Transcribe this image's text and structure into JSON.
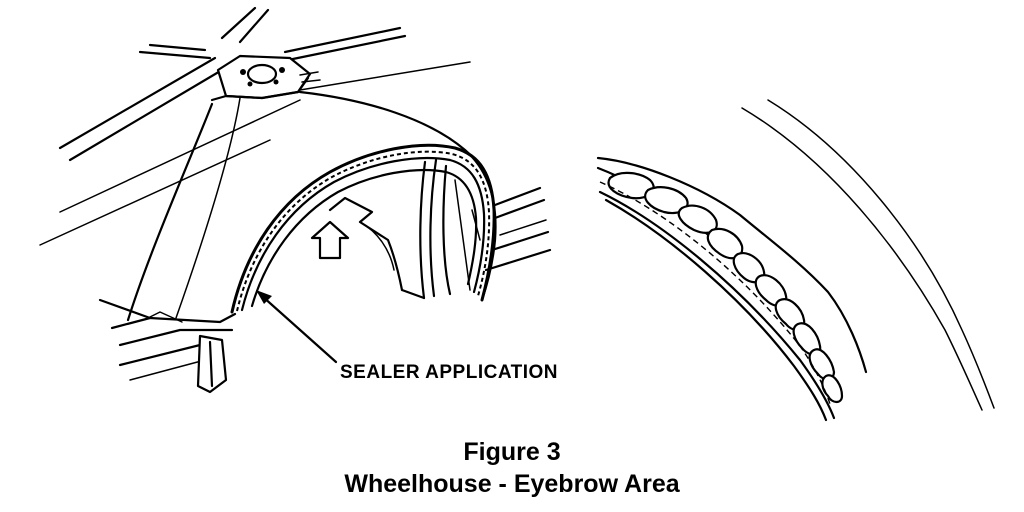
{
  "figure": {
    "callout_label": "SEALER APPLICATION",
    "caption_line1": "Figure 3",
    "caption_line2": "Wheelhouse - Eyebrow Area"
  },
  "colors": {
    "ink": "#000000",
    "paper": "#ffffff"
  }
}
